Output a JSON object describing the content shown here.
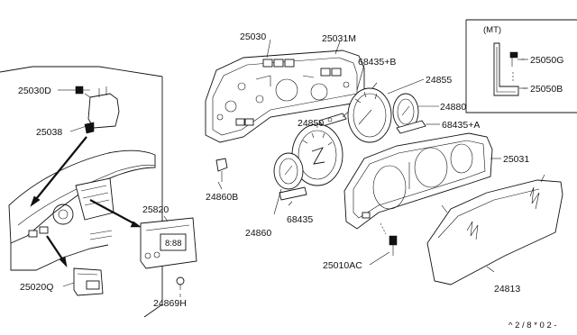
{
  "diagram": {
    "inset_label": "(MT)",
    "footer_code": "^ 2 / 8 * 0 2 -",
    "parts": [
      {
        "id": "p25030",
        "label": "25030"
      },
      {
        "id": "p25031M",
        "label": "25031M"
      },
      {
        "id": "p25030D",
        "label": "25030D"
      },
      {
        "id": "p68435B",
        "label": "68435+B"
      },
      {
        "id": "p24855",
        "label": "24855"
      },
      {
        "id": "p25038",
        "label": "25038"
      },
      {
        "id": "p24880",
        "label": "24880"
      },
      {
        "id": "p68435A",
        "label": "68435+A"
      },
      {
        "id": "p24850",
        "label": "24850"
      },
      {
        "id": "p25031",
        "label": "25031"
      },
      {
        "id": "p24860B",
        "label": "24860B"
      },
      {
        "id": "p25820",
        "label": "25820"
      },
      {
        "id": "p24860",
        "label": "24860"
      },
      {
        "id": "p68435",
        "label": "68435"
      },
      {
        "id": "p25010AC",
        "label": "25010AC"
      },
      {
        "id": "p25020Q",
        "label": "25020Q"
      },
      {
        "id": "p24869H",
        "label": "24869H"
      },
      {
        "id": "p24813",
        "label": "24813"
      },
      {
        "id": "p25050G",
        "label": "25050G"
      },
      {
        "id": "p25050B",
        "label": "25050B"
      }
    ]
  }
}
